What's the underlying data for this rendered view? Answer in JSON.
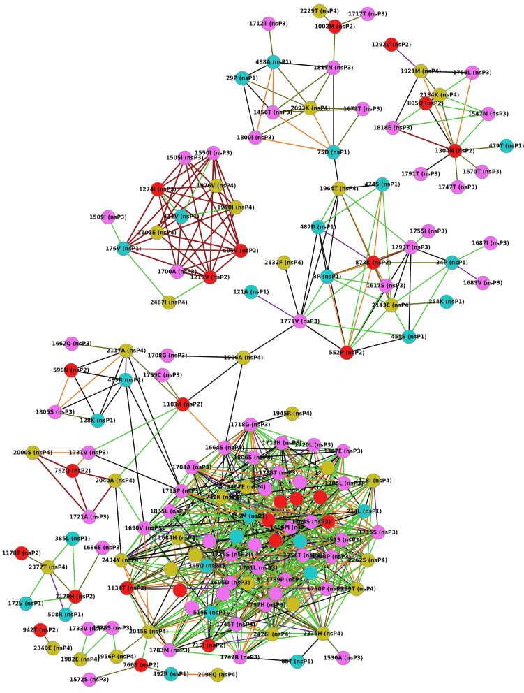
{
  "colors": {
    "nsP1": "#1fc8c8",
    "nsP2": "#ee1b1b",
    "nsP3": "#ee6fee",
    "nsP4": "#c8be1e",
    "edge_black": "#111111",
    "edge_green": "#4cc83c",
    "edge_olive": "#6b6b1e",
    "edge_orange": "#f07a24",
    "edge_darkred": "#8f1a1a",
    "edge_purple": "#6a2fa0"
  },
  "nodes": [
    {
      "label": "2229T (nsP4)",
      "cls": "nsP4"
    },
    {
      "label": "1717T (nsP3)",
      "cls": "nsP3"
    },
    {
      "label": "1712T (nsP3)",
      "cls": "nsP3"
    },
    {
      "label": "1002M (nsP2)",
      "cls": "nsP2"
    },
    {
      "label": "488A (nsP1)",
      "cls": "nsP1"
    },
    {
      "label": "1817N (nsP3)",
      "cls": "nsP3"
    },
    {
      "label": "29P (nsP1)",
      "cls": "nsP1"
    },
    {
      "label": "1456T (nsP3)",
      "cls": "nsP3"
    },
    {
      "label": "2093K (nsP4)",
      "cls": "nsP4"
    },
    {
      "label": "1672T (nsP3)",
      "cls": "nsP3"
    },
    {
      "label": "1800I (nsP3)",
      "cls": "nsP3"
    },
    {
      "label": "75D (nsP1)",
      "cls": "nsP1"
    },
    {
      "label": "1292V (nsP2)",
      "cls": "nsP2"
    },
    {
      "label": "1921M (nsP4)",
      "cls": "nsP4"
    },
    {
      "label": "1768L (nsP3)",
      "cls": "nsP3"
    },
    {
      "label": "2184K (nsP4)",
      "cls": "nsP4"
    },
    {
      "label": "805Q (nsP2)",
      "cls": "nsP2"
    },
    {
      "label": "1818E (nsP3)",
      "cls": "nsP3"
    },
    {
      "label": "1547M (nsP3)",
      "cls": "nsP3"
    },
    {
      "label": "1304N (nsP2)",
      "cls": "nsP2"
    },
    {
      "label": "479T (nsP1)",
      "cls": "nsP1"
    },
    {
      "label": "1791T (nsP3)",
      "cls": "nsP3"
    },
    {
      "label": "1670T (nsP3)",
      "cls": "nsP3"
    },
    {
      "label": "1747T (nsP3)",
      "cls": "nsP3"
    },
    {
      "label": "1505I (nsP3)",
      "cls": "nsP3"
    },
    {
      "label": "1550I (nsP3)",
      "cls": "nsP3"
    },
    {
      "label": "1274I (nsP2)",
      "cls": "nsP2"
    },
    {
      "label": "1976V (nsP4)",
      "cls": "nsP4"
    },
    {
      "label": "1940I (nsP4)",
      "cls": "nsP4"
    },
    {
      "label": "1509I (nsP3)",
      "cls": "nsP3"
    },
    {
      "label": "411V (nsP1)",
      "cls": "nsP1"
    },
    {
      "label": "2102E (nsP4)",
      "cls": "nsP4"
    },
    {
      "label": "176V (nsP1)",
      "cls": "nsP1"
    },
    {
      "label": "605V (nsP2)",
      "cls": "nsP2"
    },
    {
      "label": "1700A (nsP3)",
      "cls": "nsP3"
    },
    {
      "label": "1219V (nsP2)",
      "cls": "nsP2"
    },
    {
      "label": "2467I (nsP4)",
      "cls": "nsP4"
    },
    {
      "label": "1964T (nsP4)",
      "cls": "nsP4"
    },
    {
      "label": "474S (nsP1)",
      "cls": "nsP1"
    },
    {
      "label": "487D (nsP1)",
      "cls": "nsP1"
    },
    {
      "label": "1755I (nsP3)",
      "cls": "nsP3"
    },
    {
      "label": "1687I (nsP3)",
      "cls": "nsP3"
    },
    {
      "label": "1793T (nsP3)",
      "cls": "nsP3"
    },
    {
      "label": "873K (nsP2)",
      "cls": "nsP2"
    },
    {
      "label": "34P (nsP1)",
      "cls": "nsP1"
    },
    {
      "label": "2132F (nsP4)",
      "cls": "nsP4"
    },
    {
      "label": "3P (nsP1)",
      "cls": "nsP1"
    },
    {
      "label": "1683V (nsP3)",
      "cls": "nsP3"
    },
    {
      "label": "1617S (nsP3)",
      "cls": "nsP3"
    },
    {
      "label": "121A (nsP1)",
      "cls": "nsP1"
    },
    {
      "label": "2143E (nsP4)",
      "cls": "nsP4"
    },
    {
      "label": "254K (nsP1)",
      "cls": "nsP1"
    },
    {
      "label": "1771V (nsP3)",
      "cls": "nsP3"
    },
    {
      "label": "455S (nsP1)",
      "cls": "nsP1"
    },
    {
      "label": "552P (nsP2)",
      "cls": "nsP2"
    },
    {
      "label": "1662Q (nsP3)",
      "cls": "nsP3"
    },
    {
      "label": "2117A (nsP4)",
      "cls": "nsP4"
    },
    {
      "label": "590N (nsP2)",
      "cls": "nsP2"
    },
    {
      "label": "1708G (nsP3)",
      "cls": "nsP3"
    },
    {
      "label": "1906A (nsP4)",
      "cls": "nsP4"
    },
    {
      "label": "1769C (nsP3)",
      "cls": "nsP3"
    },
    {
      "label": "489R (nsP1)",
      "cls": "nsP1"
    },
    {
      "label": "1181A (nsP2)",
      "cls": "nsP2"
    },
    {
      "label": "1805S (nsP3)",
      "cls": "nsP3"
    },
    {
      "label": "128K (nsP1)",
      "cls": "nsP1"
    },
    {
      "label": "1945R (nsP4)",
      "cls": "nsP4"
    },
    {
      "label": "1718G (nsP3)",
      "cls": "nsP3"
    },
    {
      "label": "1664S (nsP3)",
      "cls": "nsP3"
    },
    {
      "label": "1713H (nsP3)",
      "cls": "nsP3"
    },
    {
      "label": "1720L (nsP3)",
      "cls": "nsP3"
    },
    {
      "label": "1767E (nsP3)",
      "cls": "nsP3"
    },
    {
      "label": "2000S (nsP4)",
      "cls": "nsP4"
    },
    {
      "label": "1731V (nsP3)",
      "cls": "nsP3"
    },
    {
      "label": "1806S (nsP3)",
      "cls": "nsP3"
    },
    {
      "label": "762Q (nsP2)",
      "cls": "nsP2"
    },
    {
      "label": "1704A (nsP3)",
      "cls": "nsP3"
    },
    {
      "label": "1778T (nsP3)",
      "cls": "nsP3"
    },
    {
      "label": "2418I (nsP4)",
      "cls": "nsP4"
    },
    {
      "label": "2040A (nsP4)",
      "cls": "nsP4"
    },
    {
      "label": "2467E (nsP4)",
      "cls": "nsP4"
    },
    {
      "label": "1705L (nsP3)",
      "cls": "nsP3"
    },
    {
      "label": "1795P (nsP3)",
      "cls": "nsP3"
    },
    {
      "label": "1748K (nsP4)",
      "cls": "nsP4"
    },
    {
      "label": "1721A (nsP3)",
      "cls": "nsP3"
    },
    {
      "label": "1835L (nsP3)",
      "cls": "nsP3"
    },
    {
      "label": "1690V (nsP3)",
      "cls": "nsP3"
    },
    {
      "label": "1684H (nsP4)",
      "cls": "nsP4"
    },
    {
      "label": "1715S (nsP3)",
      "cls": "nsP3"
    },
    {
      "label": "385L (nsP1)",
      "cls": "nsP1"
    },
    {
      "label": "1686E (nsP3)",
      "cls": "nsP3"
    },
    {
      "label": "1178T (nsP2)",
      "cls": "nsP2"
    },
    {
      "label": "2377T (nsP4)",
      "cls": "nsP4"
    },
    {
      "label": "2434Y (nsP4)",
      "cls": "nsP4"
    },
    {
      "label": "2262S (nsP4)",
      "cls": "nsP4"
    },
    {
      "label": "1134T (nsP2)",
      "cls": "nsP2"
    },
    {
      "label": "1179H (nsP2)",
      "cls": "nsP2"
    },
    {
      "label": "172V (nsP1)",
      "cls": "nsP1"
    },
    {
      "label": "508R (nsP1)",
      "cls": "nsP1"
    },
    {
      "label": "515E (nsP1)",
      "cls": "nsP1"
    },
    {
      "label": "1733V (nsP3)",
      "cls": "nsP3"
    },
    {
      "label": "1735S (nsP3)",
      "cls": "nsP3"
    },
    {
      "label": "942T (nsP2)",
      "cls": "nsP2"
    },
    {
      "label": "2045S (nsP4)",
      "cls": "nsP4"
    },
    {
      "label": "2426I (nsP4)",
      "cls": "nsP4"
    },
    {
      "label": "2375H (nsP4)",
      "cls": "nsP4"
    },
    {
      "label": "2340E (nsP4)",
      "cls": "nsP4"
    },
    {
      "label": "1956P (nsP4)",
      "cls": "nsP4"
    },
    {
      "label": "1982E (nsP4)",
      "cls": "nsP4"
    },
    {
      "label": "1783M (nsP3)",
      "cls": "nsP3"
    },
    {
      "label": "71SI (nsP2)",
      "cls": "nsP2"
    },
    {
      "label": "1742R (nsP3)",
      "cls": "nsP3"
    },
    {
      "label": "60T (nsP1)",
      "cls": "nsP1"
    },
    {
      "label": "1530A (nsP3)",
      "cls": "nsP3"
    },
    {
      "label": "766S (nsP2)",
      "cls": "nsP2"
    },
    {
      "label": "492R (nsP1)",
      "cls": "nsP1"
    },
    {
      "label": "2098Q (nsP4)",
      "cls": "nsP4"
    },
    {
      "label": "1572S (nsP3)",
      "cls": "nsP3"
    },
    {
      "label": "1745T (nsP3)",
      "cls": "nsP3"
    },
    {
      "label": "1789P (nsP3)",
      "cls": "nsP3"
    },
    {
      "label": "1797H (nsP3)",
      "cls": "nsP3"
    },
    {
      "label": "1695D (nsP3)",
      "cls": "nsP3"
    },
    {
      "label": "1756T (nsP3)",
      "cls": "nsP3"
    },
    {
      "label": "1651S (nsP3)",
      "cls": "nsP3"
    },
    {
      "label": "1466M (nsP3)",
      "cls": "nsP3"
    },
    {
      "label": "1708P (nsP3)",
      "cls": "nsP3"
    },
    {
      "label": "1729S (nsP3)",
      "cls": "nsP3"
    },
    {
      "label": "1701L (nsP3)",
      "cls": "nsP3"
    },
    {
      "label": "1743S (nsP3)",
      "cls": "nsP3"
    },
    {
      "label": "1750P (nsP3)",
      "cls": "nsP3"
    },
    {
      "label": "2259T (nsP4)",
      "cls": "nsP4"
    },
    {
      "label": "214L (nsP1)",
      "cls": "nsP1"
    },
    {
      "label": "365Q (nsP1)",
      "cls": "nsP1"
    },
    {
      "label": "455M (nsP1)",
      "cls": "nsP1"
    }
  ]
}
